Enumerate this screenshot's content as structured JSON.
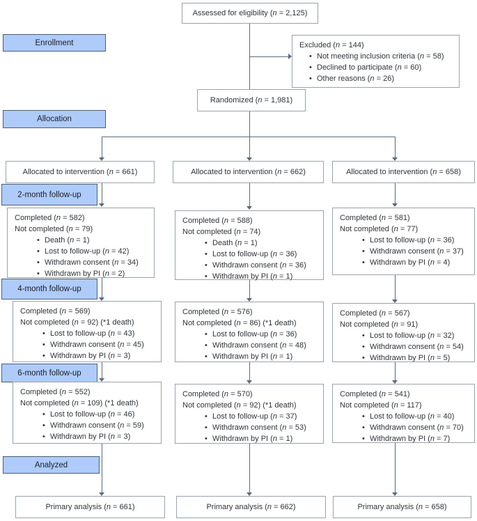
{
  "ui": {
    "bullet": "•"
  },
  "colors": {
    "label_fill": "#aecbfa",
    "label_border": "#4d5d72",
    "box_border": "#9aa2ab",
    "line": "#5b6a7c",
    "text": "#303338"
  },
  "stages": {
    "enrollment": "Enrollment",
    "allocation": "Allocation",
    "followup2": "2-month follow-up",
    "followup4": "4-month follow-up",
    "followup6": "6-month follow-up",
    "analyzed": "Analyzed"
  },
  "top": {
    "assessed": "Assessed for eligibility (n = 2,125)",
    "excluded_title": "Excluded (n = 144)",
    "excluded_items": [
      "Not meeting inclusion criteria (n = 58)",
      "Declined to participate (n = 60)",
      "Other reasons (n = 26)"
    ],
    "randomized": "Randomized (n = 1,981)"
  },
  "arms": [
    {
      "allocated": "Allocated to intervention (n = 661)",
      "f2": {
        "completed": "Completed (n = 582)",
        "not_completed": "Not completed (n = 79)",
        "bullets": [
          "Death (n = 1)",
          "Lost to follow-up (n = 42)",
          "Withdrawn consent (n = 34)",
          "Withdrawn by PI (n = 2)"
        ]
      },
      "f4": {
        "completed": "Completed (n = 569)",
        "not_completed": "Not completed (n = 92) (*1 death)",
        "bullets": [
          "Lost to follow-up (n = 43)",
          "Withdrawn consent (n = 45)",
          "Withdrawn by PI (n = 3)"
        ]
      },
      "f6": {
        "completed": "Completed (n = 552)",
        "not_completed": "Not completed (n = 109) (*1 death)",
        "bullets": [
          "Lost to follow-up (n = 46)",
          "Withdrawn consent (n = 59)",
          "Withdrawn by PI (n = 3)"
        ]
      },
      "primary": "Primary analysis (n = 661)"
    },
    {
      "allocated": "Allocated to intervention (n = 662)",
      "f2": {
        "completed": "Completed (n = 588)",
        "not_completed": "Not completed (n = 74)",
        "bullets": [
          "Death (n = 1)",
          "Lost to follow-up (n = 36)",
          "Withdrawn consent (n = 36)",
          "Withdrawn by PI (n = 1)"
        ]
      },
      "f4": {
        "completed": "Completed (n = 576)",
        "not_completed": "Not completed (n = 86) (*1 death)",
        "bullets": [
          "Lost to follow-up (n = 36)",
          "Withdrawn consent (n = 48)",
          "Withdrawn by PI (n = 1)"
        ]
      },
      "f6": {
        "completed": "Completed (n = 570)",
        "not_completed": "Not completed (n = 92) (*1 death)",
        "bullets": [
          "Lost to follow-up (n = 37)",
          "Withdrawn consent (n = 53)",
          "Withdrawn by PI (n = 1)"
        ]
      },
      "primary": "Primary analysis (n = 662)"
    },
    {
      "allocated": "Allocated to intervention (n = 658)",
      "f2": {
        "completed": "Completed (n = 581)",
        "not_completed": "Not completed (n = 77)",
        "bullets": [
          "Lost to follow-up (n = 36)",
          "Withdrawn consent (n = 37)",
          "Withdrawn by PI (n = 4)"
        ]
      },
      "f4": {
        "completed": "Completed (n = 567)",
        "not_completed": "Not completed (n = 91)",
        "bullets": [
          "Lost to follow-up (n = 32)",
          "Withdrawn consent (n = 54)",
          "Withdrawn by PI (n = 5)"
        ]
      },
      "f6": {
        "completed": "Completed (n = 541)",
        "not_completed": "Not completed (n = 117)",
        "bullets": [
          "Lost to follow-up (n = 40)",
          "Withdrawn consent (n = 70)",
          "Withdrawn by PI (n = 7)"
        ]
      },
      "primary": "Primary analysis (n = 658)"
    }
  ]
}
